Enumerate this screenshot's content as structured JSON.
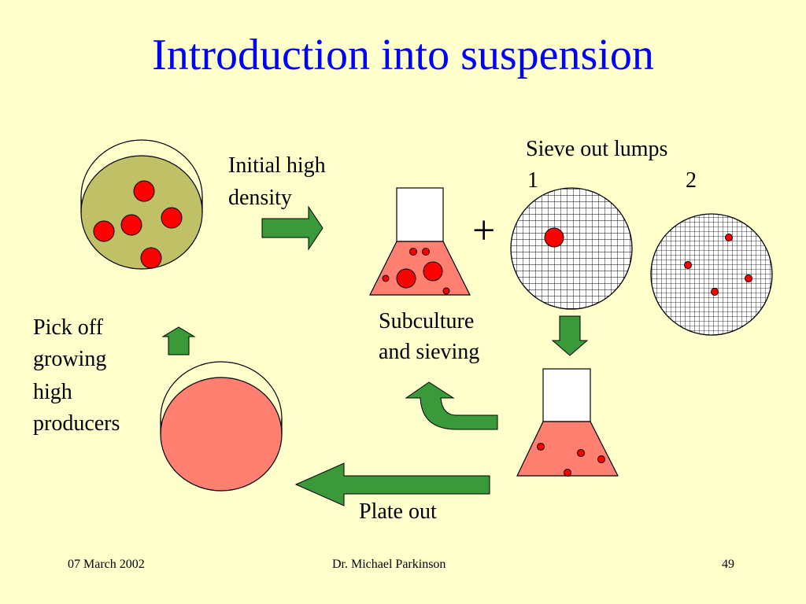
{
  "slide": {
    "title": "Introduction into suspension",
    "labels": {
      "initial_line1": "Initial high",
      "initial_line2": "density",
      "sieve_title": "Sieve out lumps",
      "sieve_1": "1",
      "sieve_2": "2",
      "plus": "+",
      "subculture_line1": "Subculture",
      "subculture_line2": "and sieving",
      "pick_line1": "Pick off",
      "pick_line2": "growing",
      "pick_line3": "high",
      "pick_line4": "producers",
      "plate_out": "Plate out"
    },
    "footer": {
      "date": "07 March 2002",
      "author": "Dr. Michael Parkinson",
      "page": "49"
    },
    "colors": {
      "background": "#FFFFCC",
      "title": "#0000FF",
      "plate_medium": "#C0C066",
      "flask_liquid": "#FF8070",
      "cell": "#FF0000",
      "arrow": "#3A9A3A"
    }
  }
}
